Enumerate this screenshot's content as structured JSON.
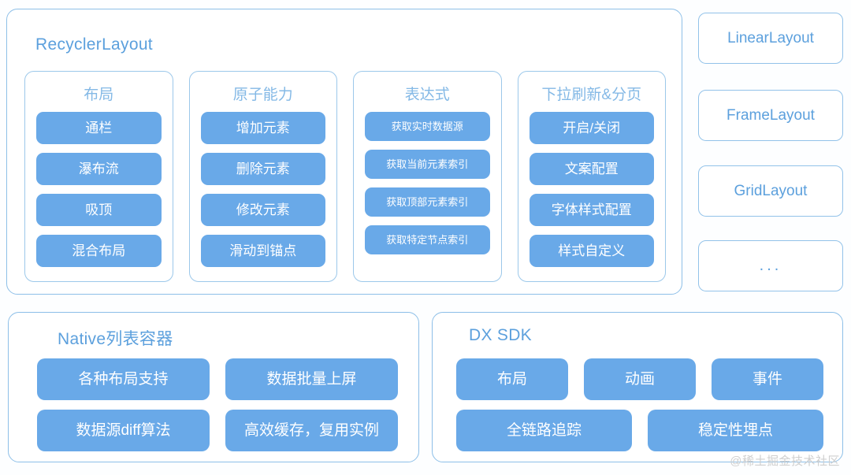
{
  "main_panel": {
    "title": "RecyclerLayout",
    "columns": [
      {
        "title": "布局",
        "items": [
          "通栏",
          "瀑布流",
          "吸顶",
          "混合布局"
        ]
      },
      {
        "title": "原子能力",
        "items": [
          "增加元素",
          "删除元素",
          "修改元素",
          "滑动到锚点"
        ]
      },
      {
        "title": "表达式",
        "items": [
          "获取实时数据源",
          "获取当前元素索引",
          "获取顶部元素索引",
          "获取特定节点索引"
        ]
      },
      {
        "title": "下拉刷新&分页",
        "items": [
          "开启/关闭",
          "文案配置",
          "字体样式配置",
          "样式自定义"
        ]
      }
    ]
  },
  "side_cards": [
    {
      "label": "LinearLayout"
    },
    {
      "label": "FrameLayout"
    },
    {
      "label": "GridLayout"
    },
    {
      "label": "..."
    }
  ],
  "native_panel": {
    "title": "Native列表容器",
    "rows": [
      [
        "各种布局支持",
        "数据批量上屏"
      ],
      [
        "数据源diff算法",
        "高效缓存，复用实例"
      ]
    ]
  },
  "dx_panel": {
    "title": "DX SDK",
    "rows": [
      [
        "布局",
        "动画",
        "事件"
      ],
      [
        "全链路追踪",
        "稳定性埋点"
      ]
    ]
  },
  "watermark": "@稀土掘金技术社区",
  "colors": {
    "pill_fill": "#69a9e8",
    "card_border": "#8dbfe8",
    "title_text": "#5ca0dd",
    "sub_title_text": "#84b9e6",
    "background": "#fdfeff",
    "watermark_text": "#cfcfcf"
  }
}
